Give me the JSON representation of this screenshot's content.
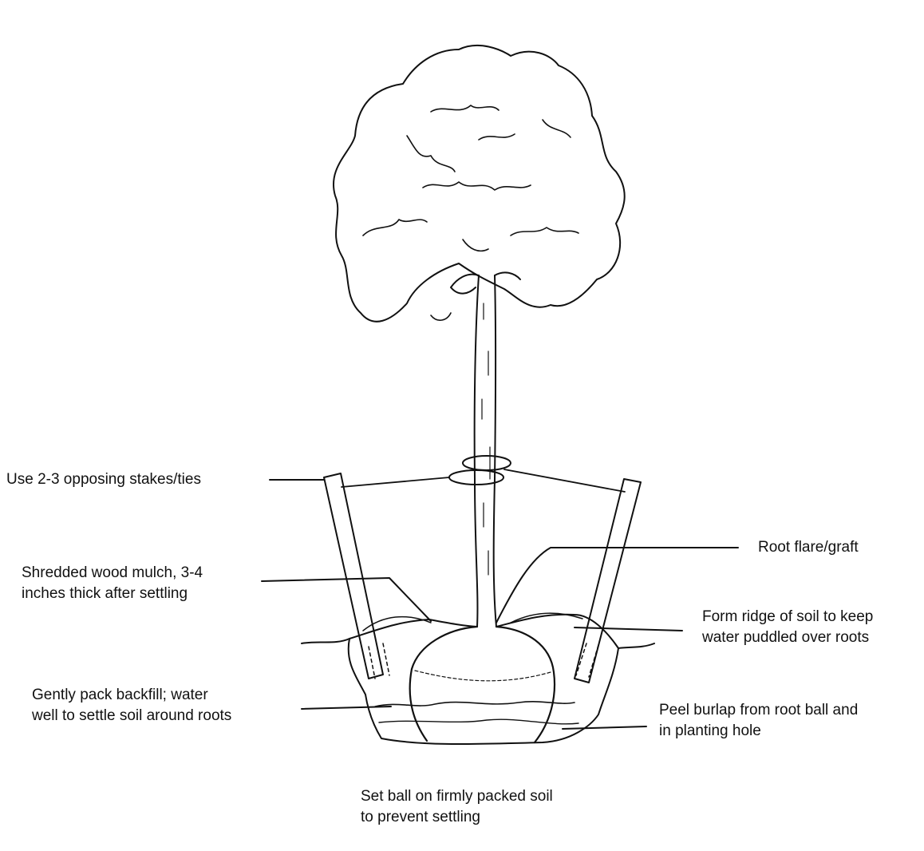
{
  "labels": {
    "stakes": {
      "line1": "Use 2-3 opposing stakes/ties"
    },
    "root_flare": {
      "line1": "Root flare/graft"
    },
    "mulch": {
      "line1": "Shredded wood mulch, 3-4",
      "line2": "inches thick after settling"
    },
    "ridge": {
      "line1": "Form ridge of soil to keep",
      "line2": "water puddled over roots"
    },
    "backfill": {
      "line1": "Gently pack backfill; water",
      "line2": "well to settle soil around roots"
    },
    "burlap": {
      "line1": "Peel burlap from root ball and",
      "line2": "in planting hole"
    },
    "set_ball": {
      "line1": "Set ball on firmly packed soil",
      "line2": "to prevent settling"
    }
  }
}
